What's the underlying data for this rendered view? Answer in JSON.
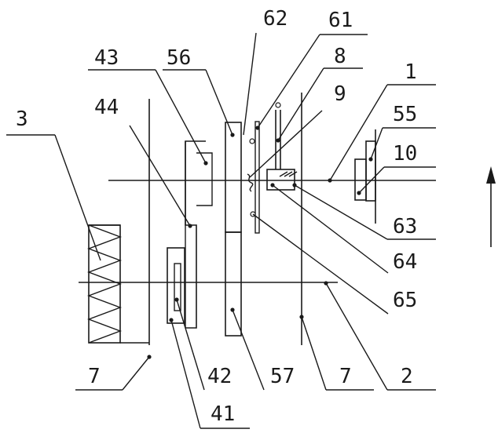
{
  "labels": {
    "l1": "1",
    "l2": "2",
    "l3": "3",
    "l7a": "7",
    "l7b": "7",
    "l8": "8",
    "l9": "9",
    "l10": "10",
    "l41": "41",
    "l42": "42",
    "l43": "43",
    "l44": "44",
    "l55": "55",
    "l56": "56",
    "l57": "57",
    "l61": "61",
    "l62": "62",
    "l63": "63",
    "l64": "64",
    "l65": "65"
  },
  "colors": {
    "ink": "#1a1a1a",
    "background": "#ffffff"
  },
  "icons": {
    "direction": "up-arrow-icon"
  }
}
